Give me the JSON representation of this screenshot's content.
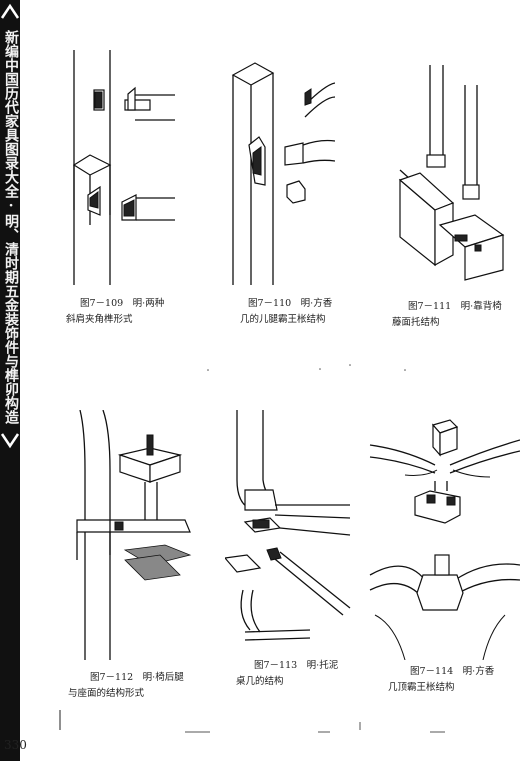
{
  "spine": {
    "title": "新编中国历代家具图录大全·明、清时期五金装饰件与榫卯构造"
  },
  "page_number": "330",
  "figures": [
    {
      "caption_line1": "图7－109　明·两种",
      "caption_line2": "斜肩夹角榫形式"
    },
    {
      "caption_line1": "图7－110　明·方香",
      "caption_line2": "几的儿腿霸王枨结构"
    },
    {
      "caption_line1": "图7－111　明·靠背椅",
      "caption_line2": "藤面托结构"
    },
    {
      "caption_line1": "图7－112　明·椅后腿",
      "caption_line2": "与座面的结构形式"
    },
    {
      "caption_line1": "图7－113　明·托泥",
      "caption_line2": "桌几的结构"
    },
    {
      "caption_line1": "图7－114　明·方香",
      "caption_line2": "几顶霸王枨结构"
    }
  ]
}
